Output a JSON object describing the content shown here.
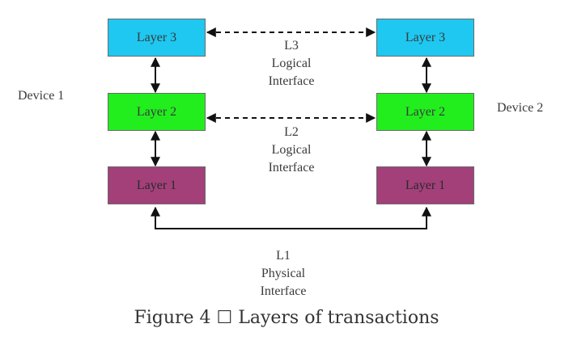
{
  "device_left_label": "Device 1",
  "device_right_label": "Device 2",
  "left_boxes": {
    "layer3": "Layer 3",
    "layer2": "Layer 2",
    "layer1": "Layer 1"
  },
  "right_boxes": {
    "layer3": "Layer 3",
    "layer2": "Layer 2",
    "layer1": "Layer 1"
  },
  "interfaces": {
    "l3": {
      "line1": "L3",
      "line2": "Logical",
      "line3": "Interface"
    },
    "l2": {
      "line1": "L2",
      "line2": "Logical",
      "line3": "Interface"
    },
    "l1": {
      "line1": "L1",
      "line2": "Physical",
      "line3": "Interface"
    }
  },
  "caption": "Figure 4 ☐ Layers of transactions",
  "colors": {
    "layer3": "#1ec8f0",
    "layer2": "#22ee1e",
    "layer1": "#a3407a"
  }
}
